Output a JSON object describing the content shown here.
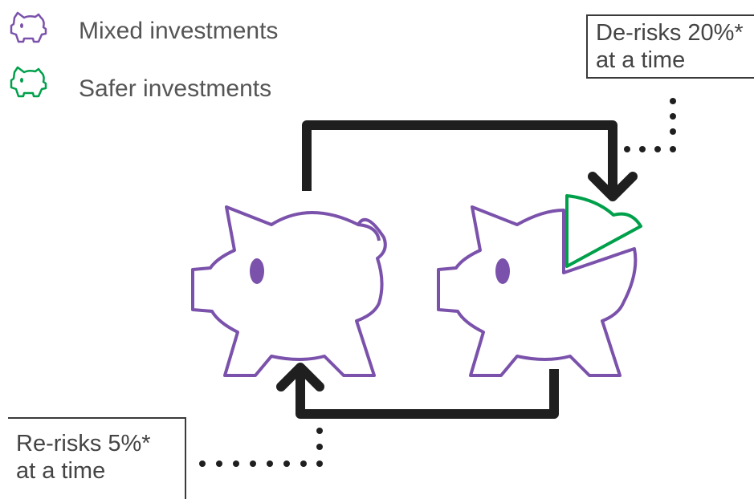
{
  "legend": {
    "items": [
      {
        "icon": "piggy-bank-icon",
        "label": "Mixed investments",
        "color": "#7b52ab"
      },
      {
        "icon": "piggy-bank-icon",
        "label": "Safer investments",
        "color": "#00a04b"
      }
    ]
  },
  "callouts": {
    "derisk_line1": "De-risks 20%*",
    "derisk_line2": "at a time",
    "rerisk_line1": "Re-risks 5%*",
    "rerisk_line2": "at a time"
  },
  "colors": {
    "mixed": "#7b52ab",
    "safer": "#00a04b",
    "arrow": "#1f1f1f",
    "dots": "#1f1f1f"
  }
}
